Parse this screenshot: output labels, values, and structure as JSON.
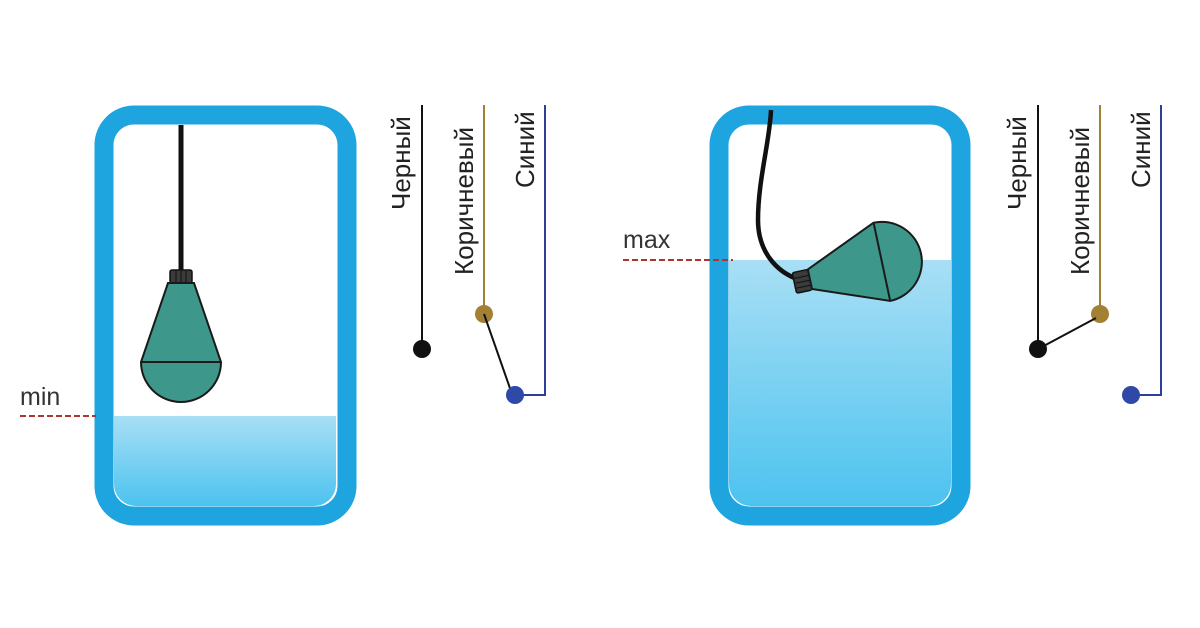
{
  "colors": {
    "tank_frame": "#1ea5df",
    "water_top": "#a9dff5",
    "water_bottom": "#4cc3ef",
    "float_body": "#3d978b",
    "float_outline": "#1a1a1a",
    "level_mark": "#b1332f",
    "wire_black": "#111111",
    "wire_brown": "#a48035",
    "wire_blue": "#2e3f9a",
    "dot_blue": "#2f49a8"
  },
  "left_scene": {
    "level_label": "min",
    "wires": {
      "black": "Черный",
      "brown": "Коричневый",
      "blue": "Синий"
    },
    "state": "brown-to-blue"
  },
  "right_scene": {
    "level_label": "max",
    "wires": {
      "black": "Черный",
      "brown": "Коричневый",
      "blue": "Синий"
    },
    "state": "brown-to-black"
  },
  "icons": [
    "float-switch-icon",
    "float-switch-icon"
  ]
}
